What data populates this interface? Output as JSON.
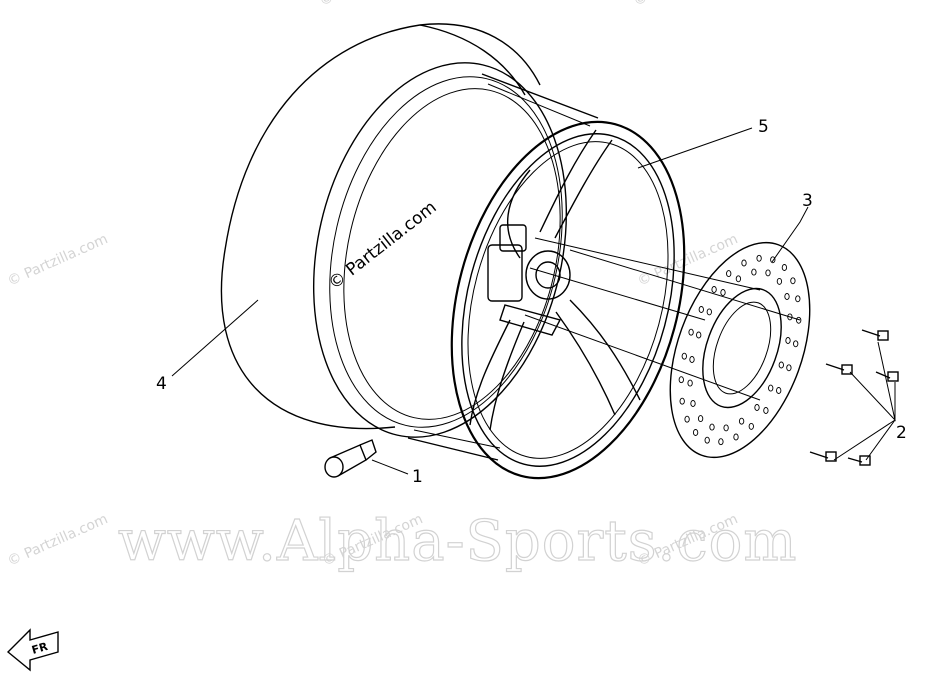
{
  "callouts": [
    {
      "id": "1",
      "text": "1"
    },
    {
      "id": "2",
      "text": "2"
    },
    {
      "id": "3",
      "text": "3"
    },
    {
      "id": "4",
      "text": "4"
    },
    {
      "id": "5",
      "text": "5"
    }
  ],
  "watermark": {
    "site": "www.Alpha-Sports.com",
    "partzilla": "© Partzilla.com"
  },
  "front_indicator": {
    "text": "FR"
  }
}
